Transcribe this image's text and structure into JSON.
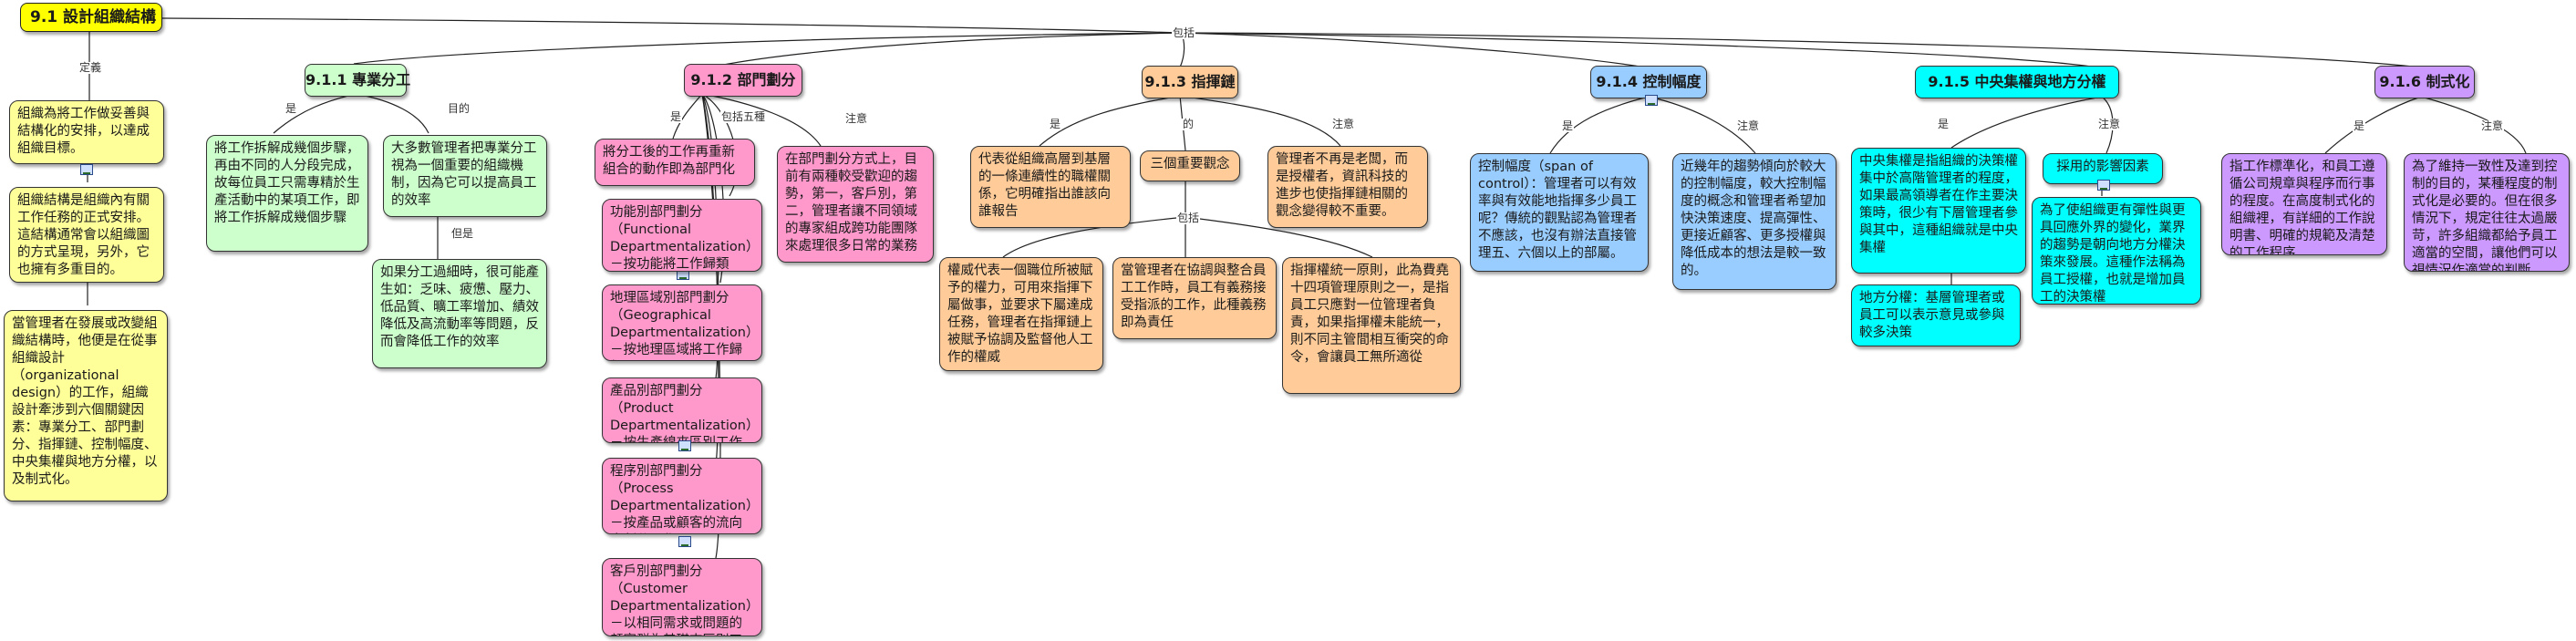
{
  "root": {
    "title": "9.1 設計組織結構",
    "link_label": "包括"
  },
  "definition": {
    "link_label": "定義",
    "n1": "組織為將工作做妥善與結構化的安排，以達成組織目標。",
    "n2": "組織結構是組織內有關工作任務的正式安排。這結構通常會以組織圖的方式呈現，另外，它也擁有多重目的。",
    "n3": "當管理者在發展或改變組織結構時，他便是在從事組織設計（organizational design）的工作，組織設計牽涉到六個關鍵因素：專業分工、部門劃分、指揮鏈、控制幅度、中央集權與地方分權，以及制式化。"
  },
  "specialization": {
    "title": "9.1.1 專業分工",
    "label_left": "是",
    "label_right": "目的",
    "label_but": "但是",
    "n1": "將工作拆解成幾個步驟，再由不同的人分段完成，故每位員工只需專精於生產活動中的某項工作，即將工作拆解成幾個步驟",
    "n2": "大多數管理者把專業分工視為一個重要的組織機制，因為它可以提高員工的效率",
    "n3": "如果分工過細時，很可能產生如：乏味、疲憊、壓力、低品質、曠工率增加、績效降低及高流動率等問題，反而會降低工作的效率"
  },
  "departmentalization": {
    "title": "9.1.2 部門劃分",
    "label_is": "是",
    "label_includes": "包括五種",
    "label_note": "注意",
    "main": "將分工後的工作再重新組合的動作即為部門化",
    "types": [
      "功能別部門劃分（Functional Departmentalization）－按功能將工作歸類",
      "地理區域別部門劃分（Geographical Departmentalization）－按地理區域將工作歸類",
      "產品別部門劃分（Product Departmentalization）－按生產線來區別工作",
      "程序別部門劃分（Process Departmentalization）－按產品或顧客的流向來劃分工作",
      "客戶別部門劃分（Customer Departmentalization）－以相同需求或問題的顧客群為基礎來區別工作"
    ],
    "note": "在部門劃分方式上，目前有兩種較受歡迎的趨勢，第一，客戶別，第二，管理者讓不同領域的專家組成跨功能團隊來處理很多日常的業務"
  },
  "chain": {
    "title": "9.1.3 指揮鏈",
    "label_is": "是",
    "label_of": "的",
    "label_note": "注意",
    "label_includes": "包括",
    "def": "代表從組織高層到基層的一條連續性的職權關係，它明確指出誰該向誰報告",
    "three": "三個重要觀念",
    "note": "管理者不再是老闆，而是授權者，資訊科技的進步也使指揮鏈相關的觀念變得較不重要。",
    "c1": "權威代表一個職位所被賦予的權力，可用來指揮下屬做事，並要求下屬達成任務，管理者在指揮鏈上被賦予協調及監督他人工作的權威",
    "c2": "當管理者在協調與整合員工工作時，員工有義務接受指派的工作，此種義務即為責任",
    "c3": "指揮權統一原則，此為費堯十四項管理原則之一，是指員工只應對一位管理者負責，如果指揮權未能統一，則不同主管間相互衝突的命令，會讓員工無所適從"
  },
  "span": {
    "title": "9.1.4 控制幅度",
    "label_is": "是",
    "label_note": "注意",
    "n1": "控制幅度（span of control）：管理者可以有效率與有效能地指揮多少員工呢？傳統的觀點認為管理者不應該，也沒有辦法直接管理五、六個以上的部屬。",
    "n2": "近幾年的趨勢傾向於較大的控制幅度，較大控制幅度的概念和管理者希望加快決策速度、提高彈性、更接近顧客、更多授權與降低成本的想法是較一致的。"
  },
  "centralization": {
    "title": "9.1.5 中央集權與地方分權",
    "label_is": "是",
    "label_note": "注意",
    "n1": "中央集權是指組織的決策權集中於高階管理者的程度，如果最高領導者在作主要決策時，很少有下層管理者參與其中，這種組織就是中央集權",
    "n2": "地方分權：基層管理者或員工可以表示意見或參與較多決策",
    "n3": "採用的影響因素",
    "n4": "為了使組織更有彈性與更具回應外界的變化，業界的趨勢是朝向地方分權決策來發展。這種作法稱為員工授權，也就是增加員工的決策權"
  },
  "formalization": {
    "title": "9.1.6 制式化",
    "label_is": "是",
    "label_note": "注意",
    "n1": "指工作標準化，和員工遵循公司規章與程序而行事的程度。在高度制式化的組織裡，有詳細的工作說明書、明確的規範及清楚的工作程序",
    "n2": "為了維持一致性及達到控制的目的，某種程度的制式化是必要的。但在很多情況下，規定往往太過嚴苛，許多組織都給予員工適當的空間，讓他們可以視情況作適當的判斷。"
  },
  "colors": {
    "yellow": "#ffff99",
    "title": "#ffff00",
    "green": "#ccffcc",
    "pink": "#ff99cc",
    "orange": "#ffcc99",
    "blue": "#99ccff",
    "cyan": "#00ffff",
    "purple": "#cc99ff"
  }
}
